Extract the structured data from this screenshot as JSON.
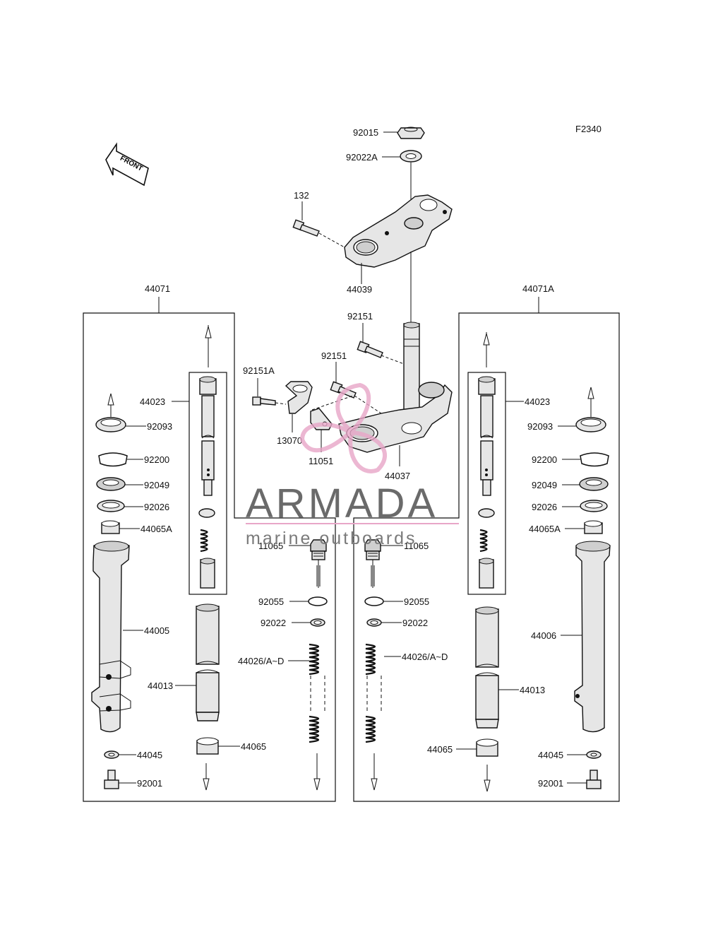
{
  "figure_code": "F2340",
  "front_arrow": {
    "text": "FRONT",
    "icon": "front-direction-arrow-icon"
  },
  "watermark": {
    "brand": "ARMADA",
    "tagline": "marine outboards",
    "logo_color": "#e8a6c8"
  },
  "labels": {
    "p92015": "92015",
    "p92022A": "92022A",
    "p132": "132",
    "p44039": "44039",
    "p92151_a": "92151",
    "p92151_b": "92151",
    "p92151A": "92151A",
    "p13070": "13070",
    "p11051": "11051",
    "p44037": "44037",
    "left_assy": "44071",
    "right_assy": "44071A",
    "l_44023": "44023",
    "l_92093": "92093",
    "l_92200": "92200",
    "l_92049": "92049",
    "l_92026": "92026",
    "l_44065A": "44065A",
    "l_44005": "44005",
    "l_44013": "44013",
    "l_44065": "44065",
    "l_44045": "44045",
    "l_92001": "92001",
    "l_11065": "11065",
    "l_92055": "92055",
    "l_92022": "92022",
    "l_44026": "44026/A~D",
    "r_44023": "44023",
    "r_92093": "92093",
    "r_92200": "92200",
    "r_92049": "92049",
    "r_92026": "92026",
    "r_44065A": "44065A",
    "r_44006": "44006",
    "r_44013": "44013",
    "r_44065": "44065",
    "r_44045": "44045",
    "r_92001": "92001",
    "r_11065": "11065",
    "r_92055": "92055",
    "r_92022": "92022",
    "r_44026": "44026/A~D"
  }
}
